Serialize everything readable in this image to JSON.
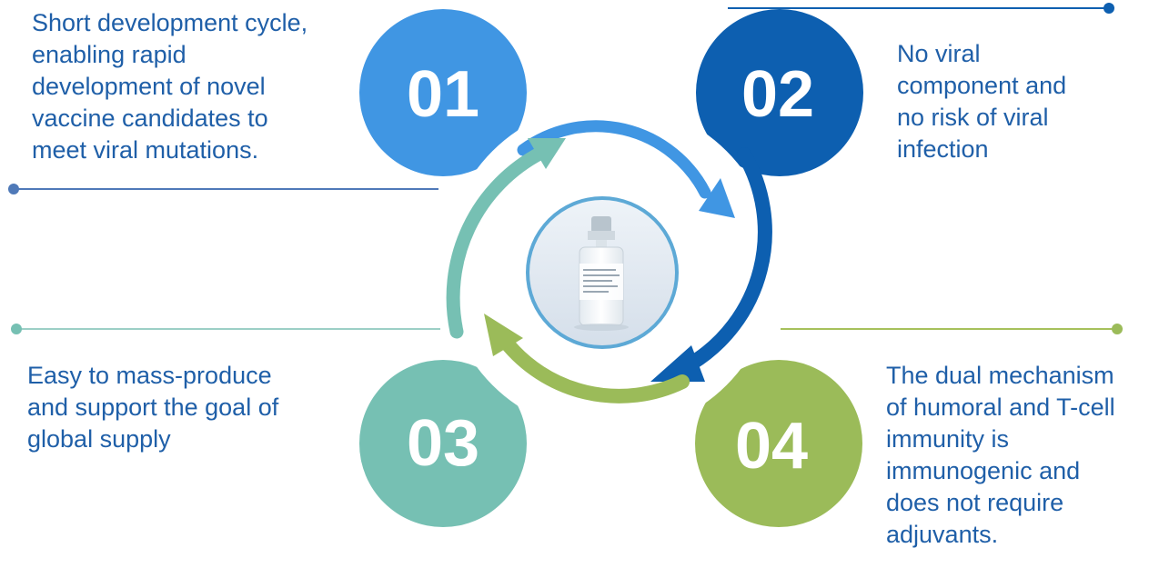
{
  "colors": {
    "step1": "#4096e3",
    "step2": "#0d5fb0",
    "step3": "#76c0b3",
    "step4": "#9bbb59",
    "text": "#1f5fa8",
    "line1": "#4f79b8",
    "line2": "#0d5fb0",
    "line3": "#9ccfc6",
    "line4": "#a6c15c"
  },
  "center_image": {
    "icon": "vaccine-vial-icon"
  },
  "steps": [
    {
      "number": "01",
      "text_lines": [
        "Short development cycle,",
        "enabling rapid",
        "development of novel",
        "vaccine candidates to",
        "meet viral mutations."
      ]
    },
    {
      "number": "02",
      "text_lines": [
        "No viral",
        "component and",
        "no risk of viral",
        "infection"
      ]
    },
    {
      "number": "03",
      "text_lines": [
        "Easy to mass-produce",
        "and support the goal of",
        "global supply"
      ]
    },
    {
      "number": "04",
      "text_lines": [
        "The dual mechanism",
        "of humoral and T-cell",
        "immunity is",
        "immunogenic and",
        "does not require",
        "adjuvants."
      ]
    }
  ]
}
